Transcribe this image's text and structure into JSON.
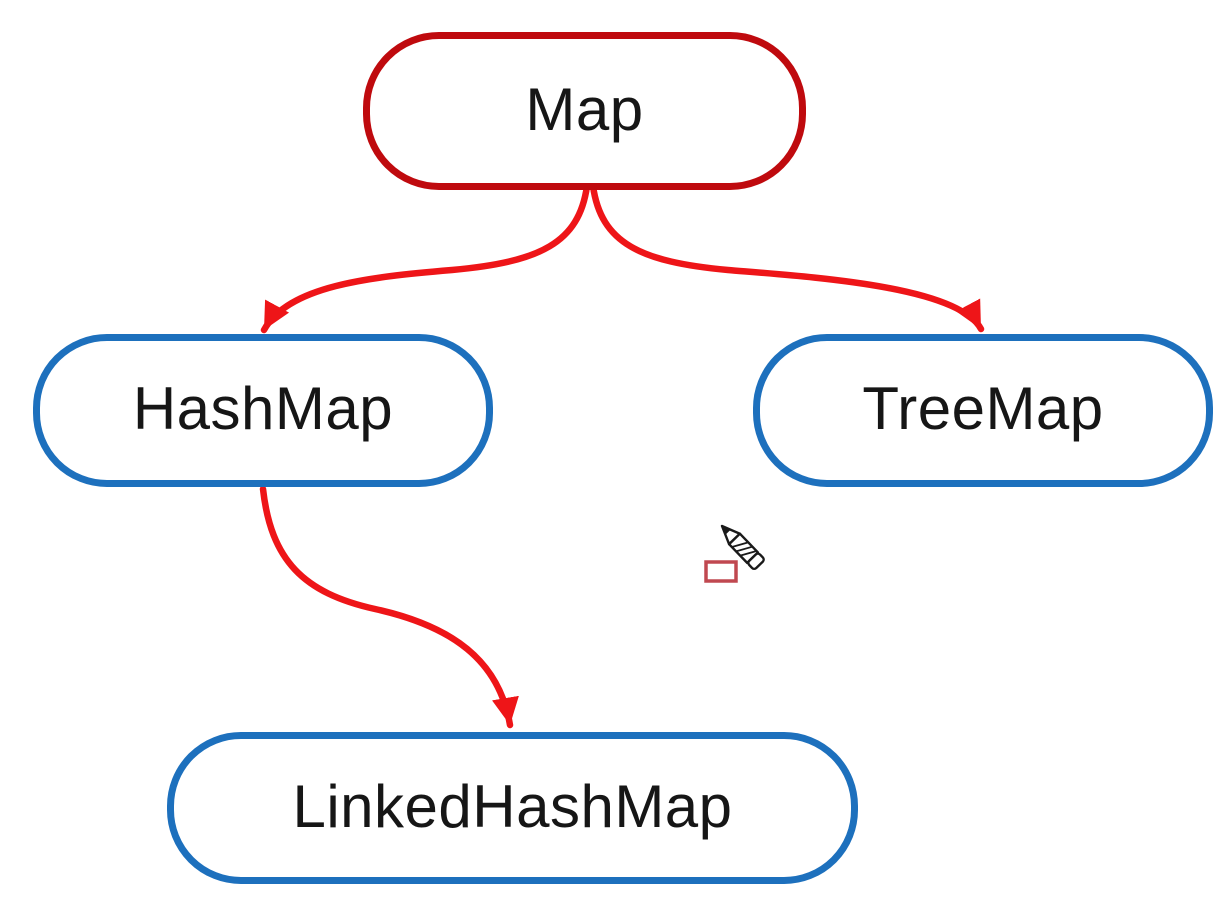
{
  "diagram": {
    "nodes": {
      "map": {
        "label": "Map",
        "border_color": "#bf0a0e"
      },
      "hashmap": {
        "label": "HashMap",
        "border_color": "#1d70bd"
      },
      "treemap": {
        "label": "TreeMap",
        "border_color": "#1d70bd"
      },
      "linkedhashmap": {
        "label": "LinkedHashMap",
        "border_color": "#1d70bd"
      }
    },
    "edges": [
      {
        "from": "Map",
        "to": "HashMap"
      },
      {
        "from": "Map",
        "to": "TreeMap"
      },
      {
        "from": "HashMap",
        "to": "LinkedHashMap"
      }
    ],
    "edge_color": "#ee1518",
    "cursor": {
      "tool": "pencil",
      "swatch_color": "#c04850",
      "pencil_color": "#1a1a1a"
    }
  }
}
